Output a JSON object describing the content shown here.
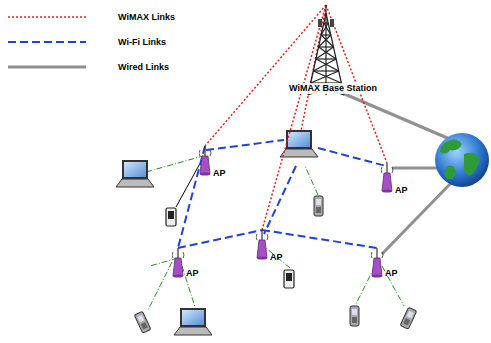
{
  "diagram": {
    "nodes": [
      {
        "text": [
          "WiMAX Base Station"
        ]
      },
      {
        "text": [
          "AP"
        ]
      },
      {
        "text": [
          "AP"
        ]
      },
      {
        "text": [
          "AP"
        ]
      },
      {
        "text": [
          "AP"
        ]
      },
      {
        "text": [
          "AP"
        ]
      }
    ],
    "edges": [
      {
        "from": 0,
        "to": 1,
        "arrow": "none"
      },
      {
        "from": 0,
        "to": 2,
        "arrow": "none"
      },
      {
        "from": 0,
        "to": 4,
        "arrow": "none"
      },
      {
        "from": 1,
        "to": 3,
        "arrow": "none"
      },
      {
        "from": 3,
        "to": 4,
        "arrow": "none"
      },
      {
        "from": 4,
        "to": 5,
        "arrow": "none"
      }
    ],
    "legend": [
      {
        "text": "WiMAX Links"
      },
      {
        "text": "Wi-Fi Links"
      },
      {
        "text": "Wired Links"
      }
    ]
  }
}
